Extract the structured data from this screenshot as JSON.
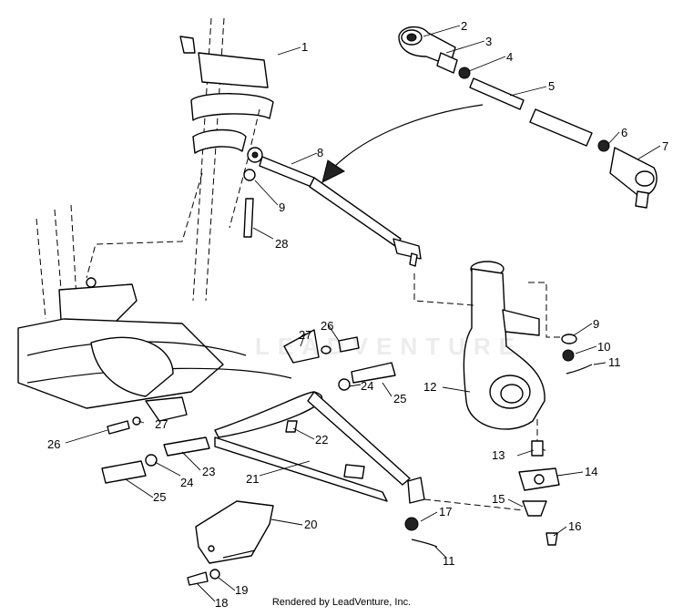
{
  "callouts": [
    "1",
    "2",
    "3",
    "4",
    "5",
    "6",
    "7",
    "8",
    "9",
    "28",
    "26",
    "27",
    "9",
    "10",
    "11",
    "12",
    "25",
    "24",
    "26",
    "27",
    "22",
    "13",
    "14",
    "24",
    "23",
    "21",
    "25",
    "15",
    "16",
    "17",
    "11",
    "20",
    "18",
    "19"
  ],
  "watermark_text": "LEADVENTURE",
  "footer_text": "Rendered by LeadVenture, Inc."
}
